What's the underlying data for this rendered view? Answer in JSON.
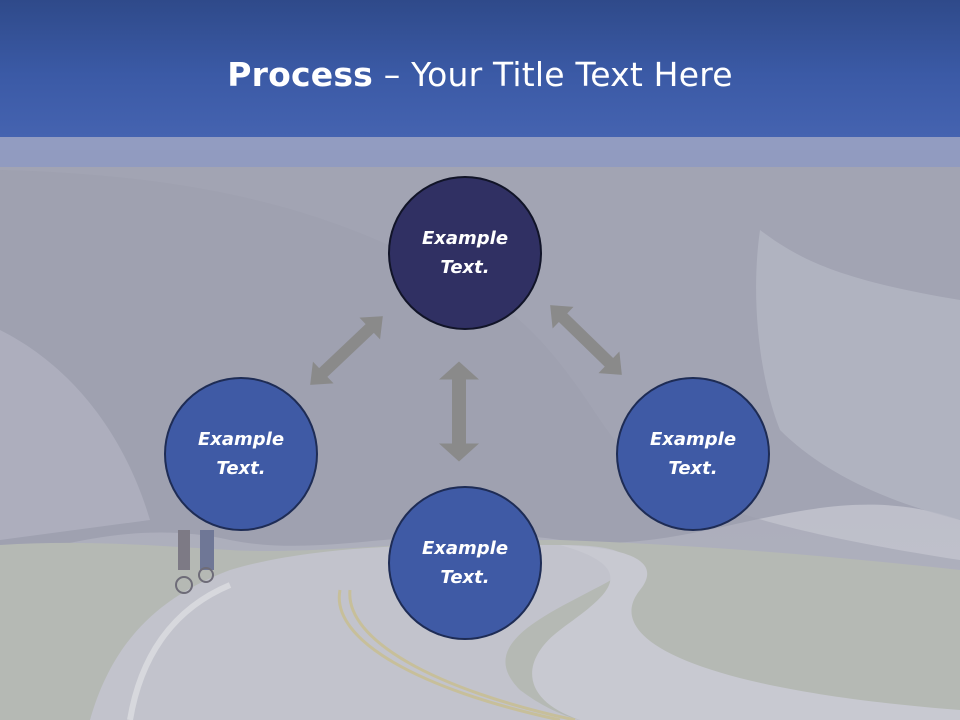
{
  "slide": {
    "title_bold": "Process",
    "title_rest": " – Your Title Text Here"
  },
  "diagram": {
    "nodes": [
      {
        "label": "Example Text."
      },
      {
        "label": "Example Text."
      },
      {
        "label": "Example Text."
      },
      {
        "label": "Example Text."
      }
    ]
  },
  "colors": {
    "title_bar": "#3b5aa6",
    "node_fill": "#3f5aa5",
    "node_top_fill": "#303063",
    "arrow": "#8a8a8a"
  }
}
